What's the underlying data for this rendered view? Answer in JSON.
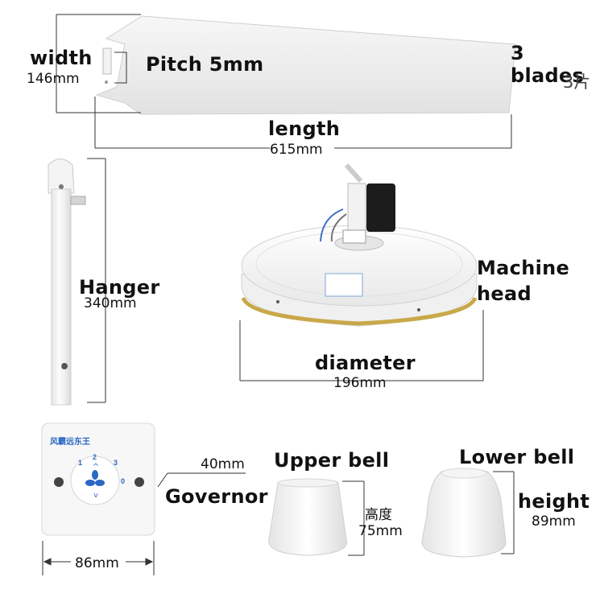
{
  "blade": {
    "width_label": "width",
    "width_value": "146mm",
    "pitch_label": "Pitch 5mm",
    "count_label": "3 blades",
    "count_cn": "3片",
    "length_label": "length",
    "length_value": "615mm"
  },
  "hanger": {
    "label": "Hanger",
    "value": "340mm"
  },
  "machine_head": {
    "label_line1": "Machine",
    "label_line2": "head",
    "diameter_label": "diameter",
    "diameter_value": "196mm"
  },
  "governor": {
    "brand": "风霸远东王",
    "speeds": [
      "1",
      "2",
      "3",
      "0"
    ],
    "label": "Governor",
    "depth_value": "40mm",
    "width_value": "86mm"
  },
  "upper_bell": {
    "label": "Upper bell",
    "height_cn": "高度",
    "height_value": "75mm"
  },
  "lower_bell": {
    "label": "Lower bell",
    "height_label": "height",
    "height_value": "89mm"
  }
}
